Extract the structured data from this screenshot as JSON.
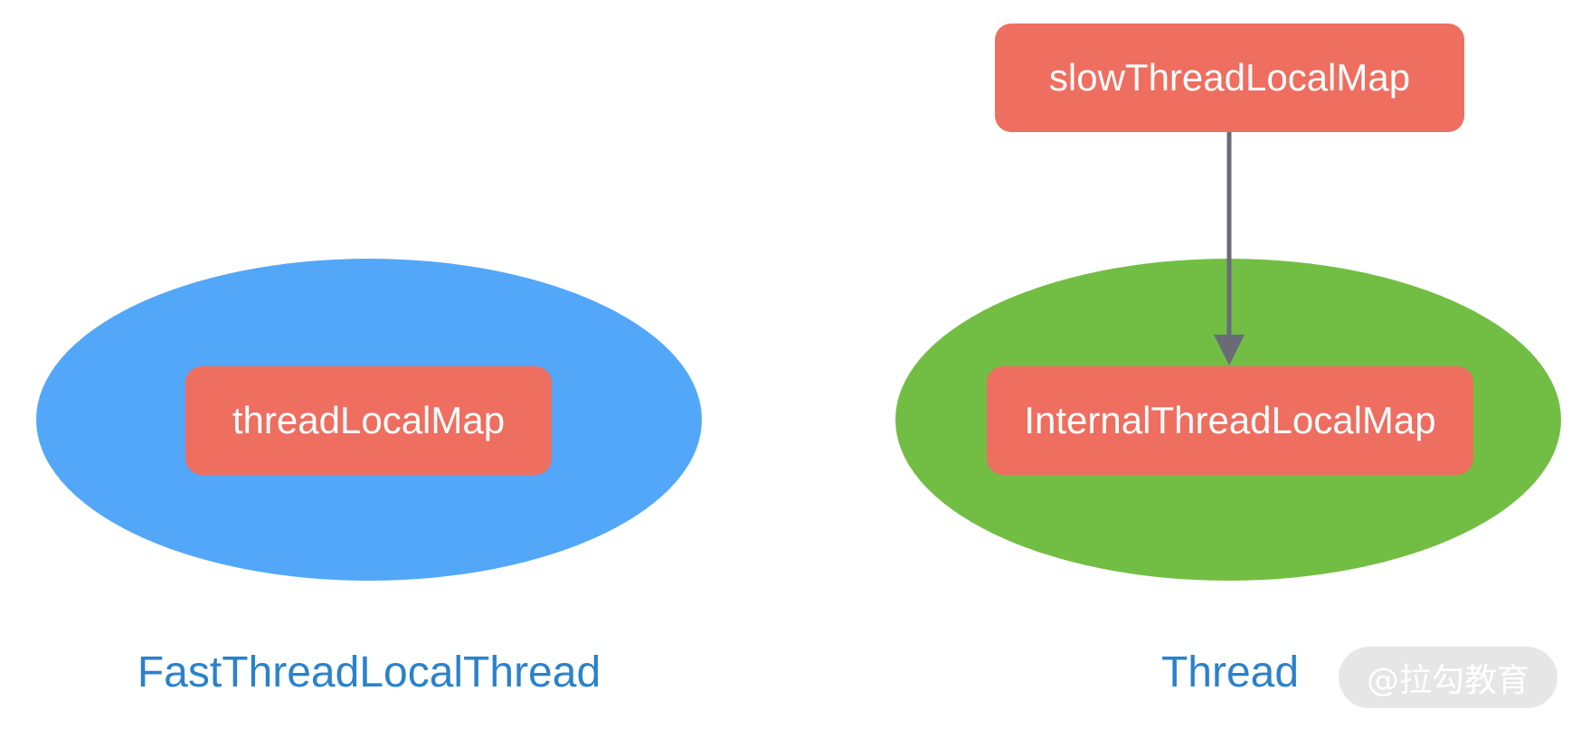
{
  "colors": {
    "blue_ellipse": "#52a7f8",
    "green_ellipse": "#72be44",
    "box": "#ee6e60",
    "caption": "#2a82cb",
    "arrow": "#6b6b78"
  },
  "left": {
    "box_label": "threadLocalMap",
    "caption": "FastThreadLocalThread"
  },
  "right": {
    "top_box_label": "slowThreadLocalMap",
    "inner_box_label": "InternalThreadLocalMap",
    "caption": "Thread"
  },
  "watermark": "@拉勾教育"
}
